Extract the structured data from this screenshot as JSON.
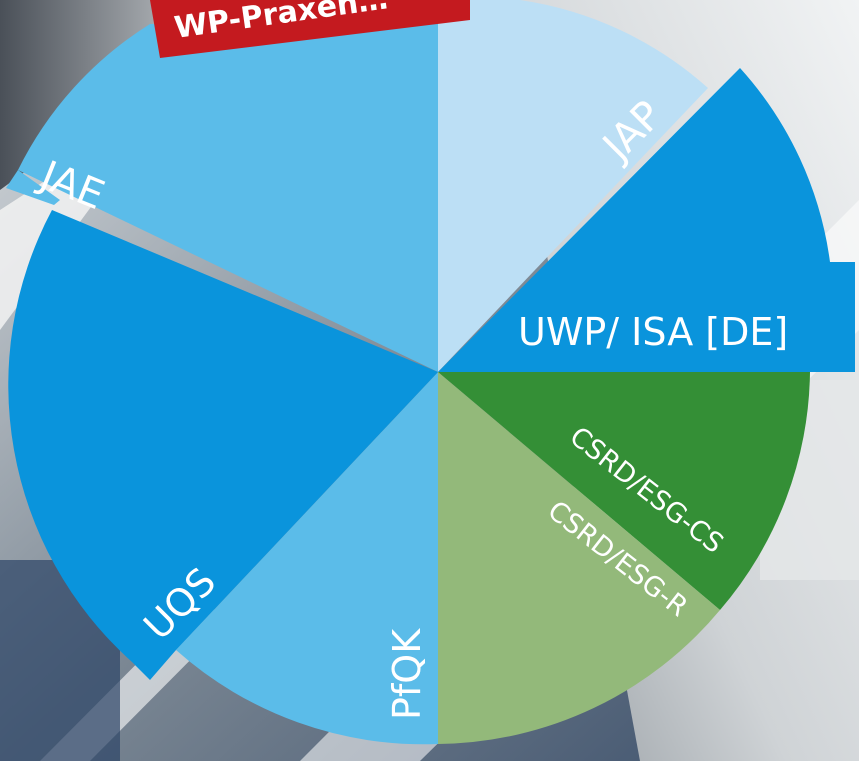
{
  "banner": {
    "text": "WP-Praxen…",
    "color": "#c41a1f"
  },
  "colors": {
    "light_blue": "#5bbce9",
    "pale_blue": "#bcdff5",
    "mid_blue": "#0a94dc",
    "dark_green": "#348f36",
    "sage_green": "#93b97a"
  },
  "segments": [
    {
      "key": "jap",
      "label": "JAP",
      "color": "#bcdff5"
    },
    {
      "key": "uwp",
      "label": "UWP/ ISA [DE]",
      "color": "#0a94dc"
    },
    {
      "key": "csrd_cs",
      "label": "CSRD/ESG-CS",
      "color": "#348f36"
    },
    {
      "key": "csrd_r",
      "label": "CSRD/ESG-R",
      "color": "#93b97a"
    },
    {
      "key": "pfqk",
      "label": "PfQK",
      "color": "#5bbce9"
    },
    {
      "key": "uqs",
      "label": "UQS",
      "color": "#0a94dc"
    },
    {
      "key": "jae",
      "label": "JAE",
      "color": "#0a94dc"
    },
    {
      "key": "top_left",
      "label": "",
      "color": "#5bbce9"
    }
  ]
}
